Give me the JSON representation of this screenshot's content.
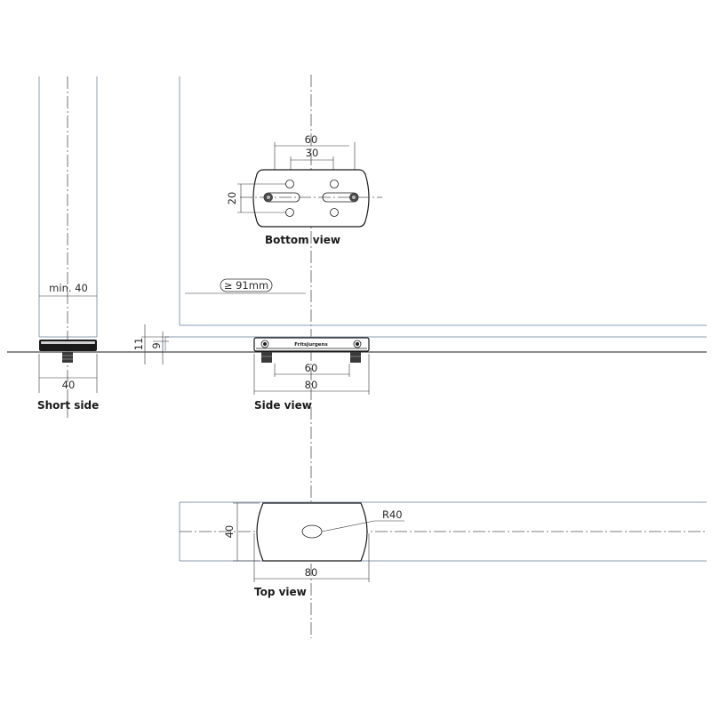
{
  "views": {
    "short_side": {
      "caption": "Short side",
      "label_min": "min. 40",
      "label_width": "40"
    },
    "side": {
      "caption": "Side view",
      "label_inner": "60",
      "label_outer": "80",
      "label_height_outer": "11",
      "label_height_inner": "9",
      "brand": "FritsJurgens"
    },
    "bottom": {
      "caption": "Bottom view",
      "label_outer": "60",
      "label_inner": "30",
      "label_vertical": "20"
    },
    "top": {
      "caption": "Top view",
      "label_width": "80",
      "label_height": "40",
      "label_radius": "R40"
    }
  },
  "clearance_note": "≥ 91mm",
  "colors": {
    "panel_outline": "#8a9bb0",
    "lines": "#1a1a1a"
  }
}
